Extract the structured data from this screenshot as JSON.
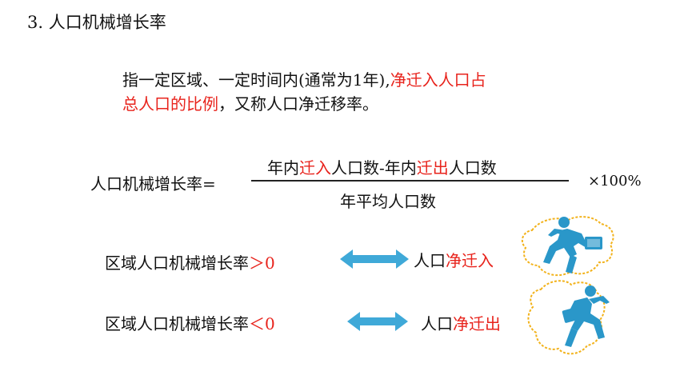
{
  "title": "3. 人口机械增长率",
  "definition": {
    "line1_plain": "指一定区域、一定时间内(通常为1年),",
    "line1_red": "净迁入人口占",
    "line2_red": "总人口的比例",
    "line2_plain": "，又称人口净迁移率。"
  },
  "formula": {
    "label": "人口机械增长率=",
    "numerator": [
      {
        "text": "年内",
        "red": false
      },
      {
        "text": "迁入",
        "red": true
      },
      {
        "text": "人口数-年内",
        "red": false
      },
      {
        "text": "迁出",
        "red": true
      },
      {
        "text": "人口数",
        "red": false
      }
    ],
    "denominator": "年平均人口数",
    "multiplier": "×100%"
  },
  "rows": [
    {
      "label_plain": "区域人口机械增长率",
      "comparator": "＞0",
      "result_plain": "人口",
      "result_red": "净迁入"
    },
    {
      "label_plain": "区域人口机械增长率",
      "comparator": "＜0",
      "result_plain": "人口",
      "result_red": "净迁出"
    }
  ],
  "colors": {
    "highlight": "#e8231c",
    "arrow": "#3fa9d8",
    "figure": "#2a97c9",
    "dashed_outline": "#f2b21b"
  },
  "icons": {
    "arrow": "double-arrow-icon",
    "figure_in": "running-man-migrating-in-icon",
    "figure_out": "running-man-migrating-out-icon"
  }
}
